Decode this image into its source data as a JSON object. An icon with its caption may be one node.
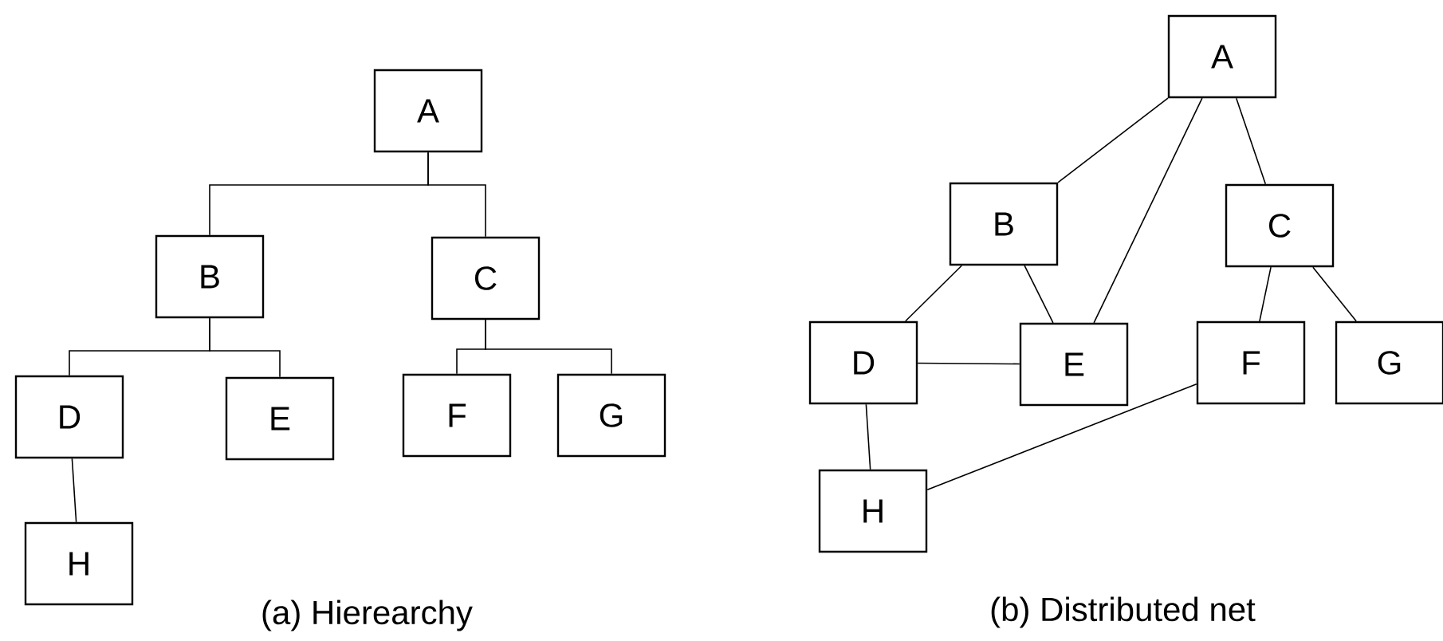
{
  "diagram": {
    "nodes": [
      {
        "text": [
          "A"
        ]
      },
      {
        "text": [
          "B"
        ]
      },
      {
        "text": [
          "C"
        ]
      },
      {
        "text": [
          "D"
        ]
      },
      {
        "text": [
          "E"
        ]
      },
      {
        "text": [
          "F"
        ]
      },
      {
        "text": [
          "G"
        ]
      },
      {
        "text": [
          "H"
        ]
      },
      {
        "text": [
          "A"
        ]
      },
      {
        "text": [
          "B"
        ]
      },
      {
        "text": [
          "C"
        ]
      },
      {
        "text": [
          "D"
        ]
      },
      {
        "text": [
          "E"
        ]
      },
      {
        "text": [
          "F"
        ]
      },
      {
        "text": [
          "G"
        ]
      },
      {
        "text": [
          "H"
        ]
      }
    ],
    "edges": [
      {
        "from": 0,
        "to": 1,
        "arrow": "none"
      },
      {
        "from": 0,
        "to": 2,
        "arrow": "none"
      },
      {
        "from": 1,
        "to": 3,
        "arrow": "none"
      },
      {
        "from": 1,
        "to": 4,
        "arrow": "none"
      },
      {
        "from": 2,
        "to": 5,
        "arrow": "none"
      },
      {
        "from": 2,
        "to": 6,
        "arrow": "none"
      },
      {
        "from": 3,
        "to": 7,
        "arrow": "none"
      },
      {
        "from": 8,
        "to": 9,
        "arrow": "none"
      },
      {
        "from": 8,
        "to": 12,
        "arrow": "none"
      },
      {
        "from": 8,
        "to": 10,
        "arrow": "none"
      },
      {
        "from": 9,
        "to": 11,
        "arrow": "none"
      },
      {
        "from": 9,
        "to": 12,
        "arrow": "none"
      },
      {
        "from": 10,
        "to": 13,
        "arrow": "none"
      },
      {
        "from": 10,
        "to": 14,
        "arrow": "none"
      },
      {
        "from": 11,
        "to": 12,
        "arrow": "none"
      },
      {
        "from": 11,
        "to": 15,
        "arrow": "none"
      },
      {
        "from": 13,
        "to": 15,
        "arrow": "none"
      }
    ],
    "labels": [
      "(a) Hierearchy",
      "(b) Distributed net"
    ]
  }
}
